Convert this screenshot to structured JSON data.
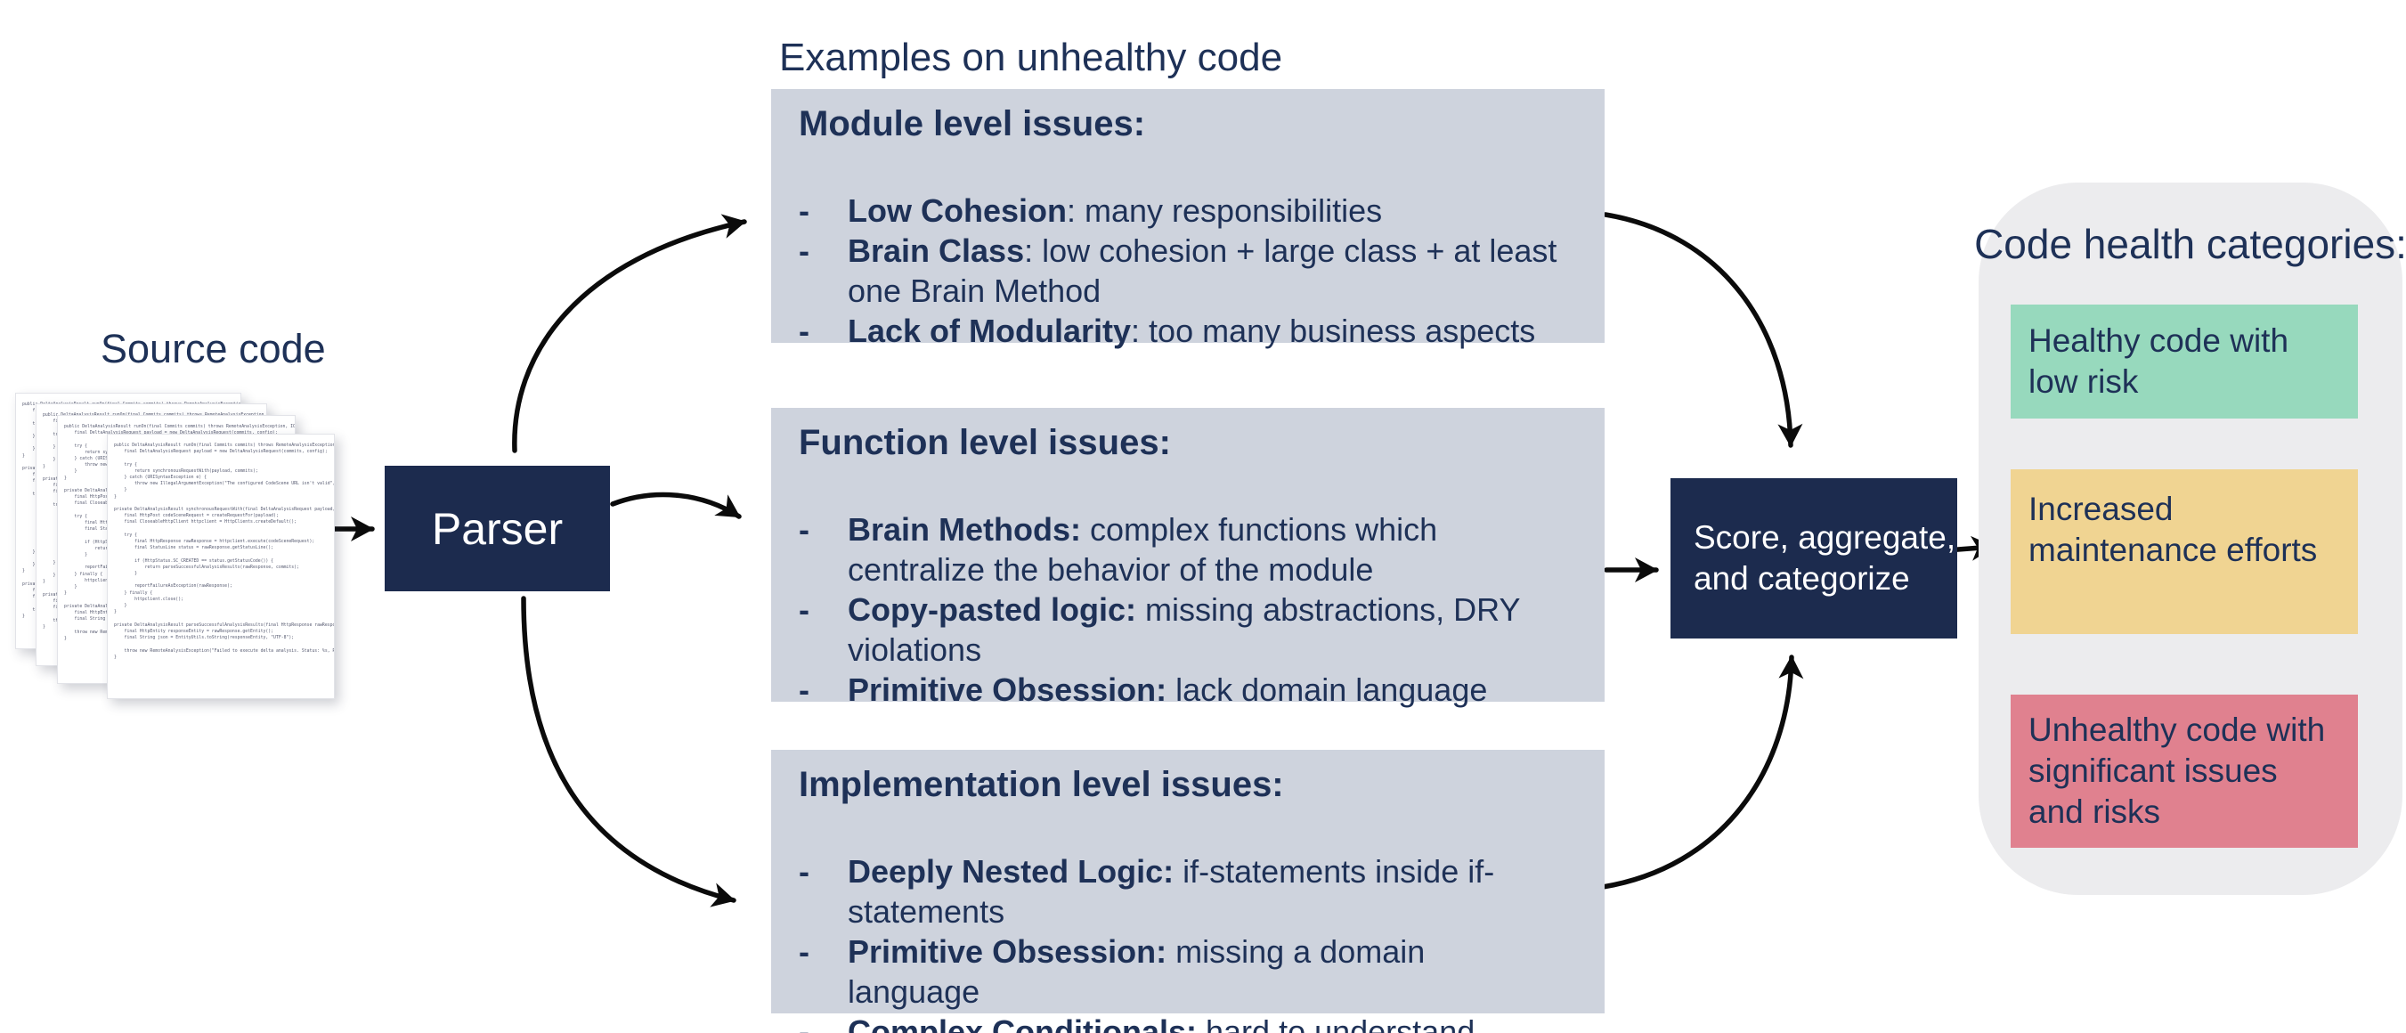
{
  "palette": {
    "navy_box": "#1c2b4e",
    "text_navy": "#1e3157",
    "issue_box_gray": "#ced3dd",
    "panel_gray": "#ececee",
    "healthy_green": "#97d9bd",
    "maintenance_yellow": "#f0d492",
    "unhealthy_red": "#e0818f",
    "arrow_black": "#0b0b0b"
  },
  "ui": {
    "dash": "-"
  },
  "source": {
    "label": "Source code",
    "code": "public DeltaAnalysisResult runOn(final Commits commits) throws RemoteAnalysisException, IOException {\n    final DeltaAnalysisRequest payload = new DeltaAnalysisRequest(commits, config);\n\n    try {\n        return synchronousRequestWith(payload, commits);\n    } catch (URISyntaxException e) {\n        throw new IllegalArgumentException(\"The configured CodeScene URL isn't valid\", e);\n    }\n}\n\nprivate DeltaAnalysisResult synchronousRequestWith(final DeltaAnalysisRequest payload, Commits commits) throws\n    final HttpPost codeSceneRequest = createRequestFor(payload);\n    final CloseableHttpClient httpclient = HttpClients.createDefault();\n\n    try {\n        final HttpResponse rawResponse = httpclient.execute(codeSceneRequest);\n        final StatusLine status = rawResponse.getStatusLine();\n\n        if (HttpStatus.SC_CREATED == status.getStatusCode()) {\n            return parseSuccessfulAnalysisResults(rawResponse, commits);\n        }\n\n        reportFailureAsException(rawResponse);\n    } finally {\n        httpclient.close();\n    }\n}\n\nprivate DeltaAnalysisResult parseSuccessfulAnalysisResults(final HttpResponse rawResponse, Commits commits)\n    final HttpEntity responseEntity = rawResponse.getEntity();\n    final String json = EntityUtils.toString(responseEntity, \"UTF-8\");\n\n    throw new RemoteAnalysisException(\"Failed to execute delta analysis. Status: %s, Reason: %s\");\n}"
  },
  "parser": {
    "label": "Parser"
  },
  "examples": {
    "title": "Examples on unhealthy code",
    "boxes": [
      {
        "heading": "Module level issues:",
        "bullets": [
          {
            "term": "Low Cohesion",
            "desc": ": many responsibilities"
          },
          {
            "term": "Brain Class",
            "desc": ": low cohesion + large class + at least one Brain Method"
          },
          {
            "term": "Lack of Modularity",
            "desc": ": too many business aspects"
          }
        ]
      },
      {
        "heading": "Function level issues:",
        "bullets": [
          {
            "term": "Brain Methods:",
            "desc": " complex functions which centralize the behavior of the module"
          },
          {
            "term": "Copy-pasted logic:",
            "desc": " missing abstractions, DRY violations"
          },
          {
            "term": "Primitive Obsession:",
            "desc": " lack domain language"
          }
        ]
      },
      {
        "heading": "Implementation level issues:",
        "bullets": [
          {
            "term": "Deeply Nested Logic:",
            "desc": " if-statements inside if-statements"
          },
          {
            "term": "Primitive Obsession:",
            "desc": " missing a domain language"
          },
          {
            "term": "Complex Conditionals:",
            "desc": " hard to understand"
          }
        ]
      }
    ]
  },
  "score": {
    "line1": "Score, aggregate,",
    "line2": "and categorize"
  },
  "categories": {
    "title": "Code health categories:",
    "items": [
      {
        "label": "Healthy code with low risk",
        "color": "#97d9bd"
      },
      {
        "label": "Increased maintenance efforts",
        "color": "#f0d492"
      },
      {
        "label": "Unhealthy code with significant issues and risks",
        "color": "#e0818f"
      }
    ]
  }
}
